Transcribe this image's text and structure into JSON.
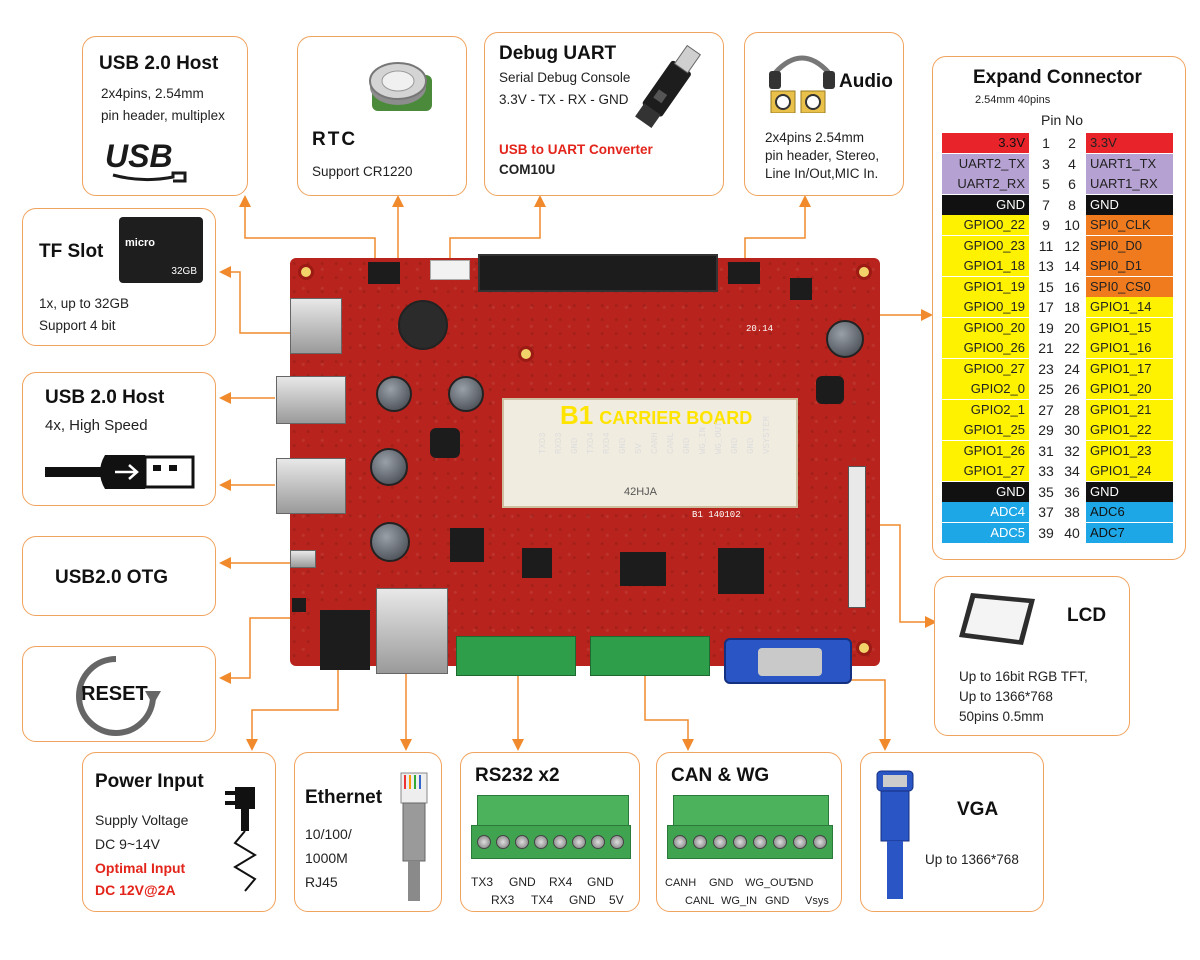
{
  "callouts": {
    "usb_host_top": {
      "title": "USB 2.0 Host",
      "line1": "2x4pins, 2.54mm",
      "line2": "pin header, multiplex",
      "logo": "USB"
    },
    "rtc": {
      "title": "RTC",
      "line1": "Support  CR1220"
    },
    "debug_uart": {
      "title": "Debug UART",
      "line1": "Serial Debug Console",
      "line2": "3.3V - TX - RX - GND",
      "line3": "USB to UART Converter",
      "line4": "COM10U"
    },
    "audio": {
      "title": "Audio",
      "line1": "2x4pins 2.54mm",
      "line2": "pin header, Stereo,",
      "line3": "Line In/Out,MIC In."
    },
    "tf_slot": {
      "title": "TF Slot",
      "line1": "1x, up to 32GB",
      "line2": "Support 4 bit",
      "card_brand": "micro",
      "card_size": "32GB"
    },
    "usb_host_mid": {
      "title": "USB 2.0 Host",
      "line1": "4x, High Speed"
    },
    "usb_otg": {
      "title": "USB2.0 OTG"
    },
    "reset": {
      "title": "RESET"
    },
    "power": {
      "title": "Power Input",
      "line1": "Supply Voltage",
      "line2": "DC 9~14V",
      "line3": "Optimal Input",
      "line4": "DC 12V@2A"
    },
    "ethernet": {
      "title": "Ethernet",
      "line1": "10/100/",
      "line2": "1000M",
      "line3": "RJ45"
    },
    "rs232": {
      "title": "RS232 x2",
      "top_labels": [
        "TX3",
        "GND",
        "RX4",
        "GND"
      ],
      "bottom_labels": [
        "RX3",
        "TX4",
        "GND",
        "5V"
      ]
    },
    "can_wg": {
      "title": "CAN & WG",
      "top_labels": [
        "CANH",
        "GND",
        "WG_OUT",
        "GND"
      ],
      "bottom_labels": [
        "CANL",
        "WG_IN",
        "GND",
        "Vsys"
      ]
    },
    "vga": {
      "title": "VGA",
      "line1": "Up to 1366*768"
    },
    "lcd": {
      "title": "LCD",
      "line1": "Up to 16bit RGB TFT,",
      "line2": "Up to 1366*768",
      "line3": "50pins 0.5mm"
    }
  },
  "board": {
    "title": "B1",
    "subtitle": "CARRIER BOARD",
    "slot_text": "42HJA",
    "version": "B1 140102",
    "date": "20.14",
    "slot_pins": [
      "TXD3",
      "RXD3",
      "GND",
      "TXD4",
      "RXD4",
      "GND",
      "5V",
      "CANH",
      "CANL",
      "GND",
      "WG_IN",
      "WG_OUT",
      "GND",
      "GND",
      "VSYSTEM"
    ]
  },
  "expand": {
    "title": "Expand Connector",
    "subtitle": "2.54mm 40pins",
    "pin_header": "Pin No",
    "colors": {
      "red": "#e8232a",
      "purple": "#b6a1d3",
      "black": "#111111",
      "yellow": "#fff200",
      "orange": "#f07b1e",
      "blue": "#1ea7e6"
    },
    "rows": [
      {
        "ln": "1",
        "rn": "2",
        "left": "3.3V",
        "right": "3.3V",
        "lc": "red",
        "rc": "red"
      },
      {
        "ln": "3",
        "rn": "4",
        "left": "UART2_TX",
        "right": "UART1_TX",
        "lc": "purple",
        "rc": "purple"
      },
      {
        "ln": "5",
        "rn": "6",
        "left": "UART2_RX",
        "right": "UART1_RX",
        "lc": "purple",
        "rc": "purple"
      },
      {
        "ln": "7",
        "rn": "8",
        "left": "GND",
        "right": "GND",
        "lc": "black",
        "rc": "black"
      },
      {
        "ln": "9",
        "rn": "10",
        "left": "GPIO0_22",
        "right": "SPI0_CLK",
        "lc": "yellow",
        "rc": "orange"
      },
      {
        "ln": "11",
        "rn": "12",
        "left": "GPIO0_23",
        "right": "SPI0_D0",
        "lc": "yellow",
        "rc": "orange"
      },
      {
        "ln": "13",
        "rn": "14",
        "left": "GPIO1_18",
        "right": "SPI0_D1",
        "lc": "yellow",
        "rc": "orange"
      },
      {
        "ln": "15",
        "rn": "16",
        "left": "GPIO1_19",
        "right": "SPI0_CS0",
        "lc": "yellow",
        "rc": "orange"
      },
      {
        "ln": "17",
        "rn": "18",
        "left": "GPIO0_19",
        "right": "GPIO1_14",
        "lc": "yellow",
        "rc": "yellow"
      },
      {
        "ln": "19",
        "rn": "20",
        "left": "GPIO0_20",
        "right": "GPIO1_15",
        "lc": "yellow",
        "rc": "yellow"
      },
      {
        "ln": "21",
        "rn": "22",
        "left": "GPIO0_26",
        "right": "GPIO1_16",
        "lc": "yellow",
        "rc": "yellow"
      },
      {
        "ln": "23",
        "rn": "24",
        "left": "GPIO0_27",
        "right": "GPIO1_17",
        "lc": "yellow",
        "rc": "yellow"
      },
      {
        "ln": "25",
        "rn": "26",
        "left": "GPIO2_0",
        "right": "GPIO1_20",
        "lc": "yellow",
        "rc": "yellow"
      },
      {
        "ln": "27",
        "rn": "28",
        "left": "GPIO2_1",
        "right": "GPIO1_21",
        "lc": "yellow",
        "rc": "yellow"
      },
      {
        "ln": "29",
        "rn": "30",
        "left": "GPIO1_25",
        "right": "GPIO1_22",
        "lc": "yellow",
        "rc": "yellow"
      },
      {
        "ln": "31",
        "rn": "32",
        "left": "GPIO1_26",
        "right": "GPIO1_23",
        "lc": "yellow",
        "rc": "yellow"
      },
      {
        "ln": "33",
        "rn": "34",
        "left": "GPIO1_27",
        "right": "GPIO1_24",
        "lc": "yellow",
        "rc": "yellow"
      },
      {
        "ln": "35",
        "rn": "36",
        "left": "GND",
        "right": "GND",
        "lc": "black",
        "rc": "black"
      },
      {
        "ln": "37",
        "rn": "38",
        "left": "ADC4",
        "right": "ADC6",
        "lc": "blue",
        "rc": "blue"
      },
      {
        "ln": "39",
        "rn": "40",
        "left": "ADC5",
        "right": "ADC7",
        "lc": "blue",
        "rc": "blue"
      }
    ]
  },
  "accent": "#f08a2c"
}
